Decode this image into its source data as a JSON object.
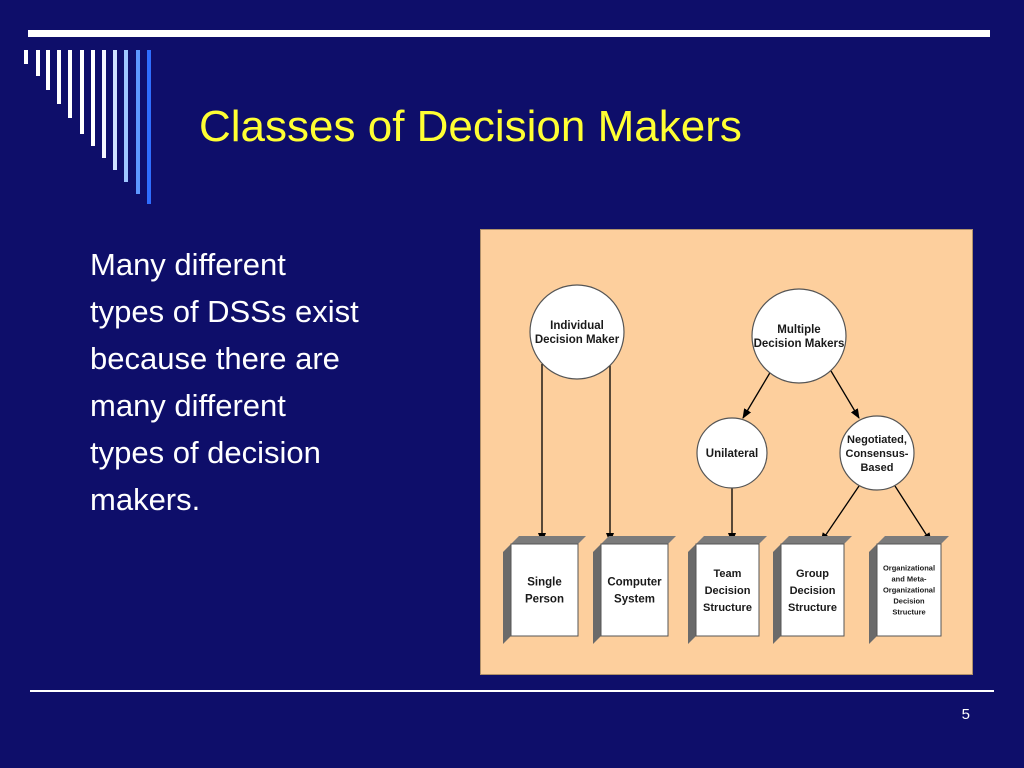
{
  "slide": {
    "title": "Classes of Decision Makers",
    "body_text": "Many different types of DSSs exist because there are many different types of decision makers.",
    "page_number": "5"
  },
  "diagram": {
    "nodes": [
      {
        "id": "individual",
        "lines": [
          "Individual",
          "Decision Maker"
        ]
      },
      {
        "id": "multiple",
        "lines": [
          "Multiple",
          "Decision Makers"
        ]
      },
      {
        "id": "unilateral",
        "lines": [
          "Unilateral"
        ]
      },
      {
        "id": "negotiated",
        "lines": [
          "Negotiated,",
          "Consensus-",
          "Based"
        ]
      }
    ],
    "boxes": [
      {
        "id": "single-person",
        "lines": [
          "Single",
          "Person"
        ]
      },
      {
        "id": "computer-system",
        "lines": [
          "Computer",
          "System"
        ]
      },
      {
        "id": "team-decision-structure",
        "lines": [
          "Team",
          "Decision",
          "Structure"
        ]
      },
      {
        "id": "group-decision-structure",
        "lines": [
          "Group",
          "Decision",
          "Structure"
        ]
      },
      {
        "id": "organizational-decision-structure",
        "lines": [
          "Organizational",
          "and Meta-",
          "Organizational",
          "Decision",
          "Structure"
        ]
      }
    ],
    "edges": [
      {
        "from": "individual",
        "to": "single-person"
      },
      {
        "from": "individual",
        "to": "computer-system"
      },
      {
        "from": "multiple",
        "to": "unilateral"
      },
      {
        "from": "multiple",
        "to": "negotiated"
      },
      {
        "from": "unilateral",
        "to": "team-decision-structure"
      },
      {
        "from": "negotiated",
        "to": "group-decision-structure"
      },
      {
        "from": "negotiated",
        "to": "organizational-decision-structure"
      }
    ]
  }
}
